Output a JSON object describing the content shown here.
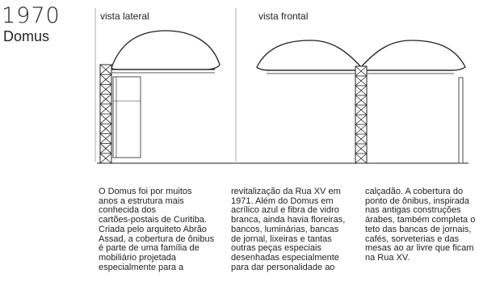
{
  "header": {
    "year": "1970",
    "name": "Domus"
  },
  "views": {
    "side_label": "vista lateral",
    "front_label": "vista frontal"
  },
  "text_columns": [
    "O Domus foi por muitos\nanos a estrutura mais\nconhecida dos\ncartões-postais de Curitiba.\nCriada pelo arquiteto Abrão\nAssad, a cobertura de ônibus\né parte de uma família de\nmobiliário projetada\nespecialmente para a",
    "revitalização da Rua XV em\n1971. Além do Domus em\nacrílico azul e fibra de vidro\nbranca, ainda havia floreiras,\nbancos, luminárias, bancas\nde jornal, lixeiras e tantas\noutras peças especiais\ndesenhadas especialmente\npara dar personalidade ao",
    "calçadão. A cobertura do\nponto de ônibus, inspirada\nnas antigas construções\nárabes, também completa o\nteto das bancas de jornais,\ncafés, sorveterias e das\nmesas ao ar livre que ficam\nna Rua XV."
  ]
}
